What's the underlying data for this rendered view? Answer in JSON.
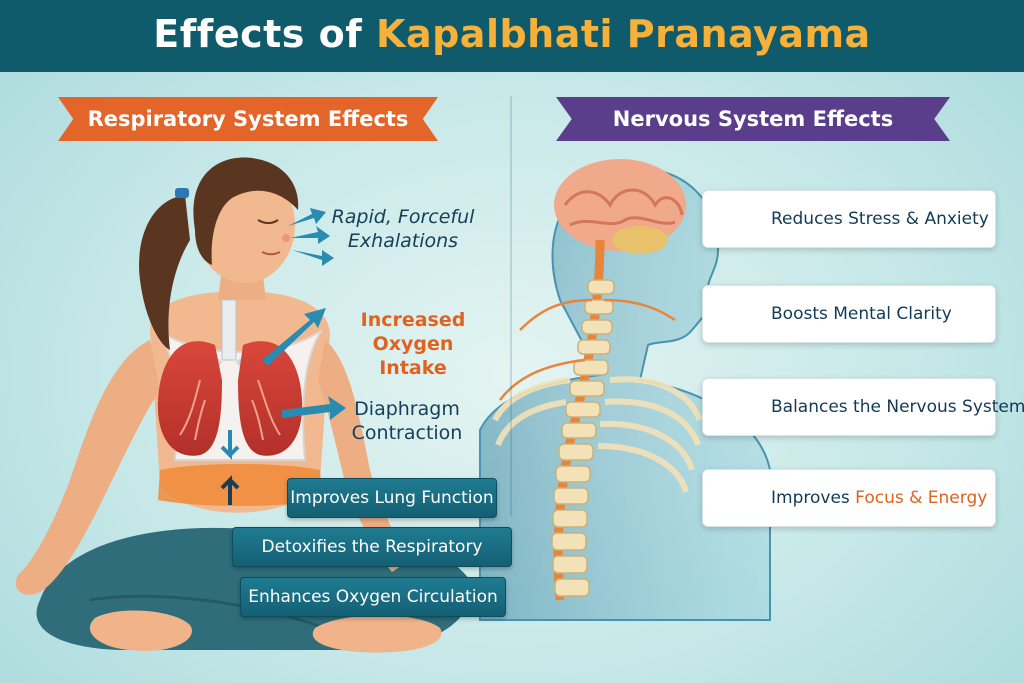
{
  "title": {
    "prefix": "Effects of",
    "accent": "Kapalbhati Pranayama"
  },
  "respiratory": {
    "ribbon": "Respiratory System Effects",
    "annotations": {
      "exhale_line1": "Rapid, Forceful",
      "exhale_line2": "Exhalations",
      "oxygen_line1": "Increased Oxygen",
      "oxygen_line2": "Intake",
      "diaphragm_line1": "Diaphragm",
      "diaphragm_line2": "Contraction"
    },
    "benefits": [
      "Improves Lung Function",
      "Detoxifies the Respiratory System",
      "Enhances Oxygen Circulation"
    ]
  },
  "nervous": {
    "ribbon": "Nervous System Effects",
    "cards": [
      {
        "icon": "smiling-face-icon",
        "label": "Reduces Stress & Anxiety",
        "highlight": "",
        "color": "#1d6b80"
      },
      {
        "icon": "head-lightning-icon",
        "label": "Boosts Mental Clarity",
        "highlight": "",
        "color": "#5a3e8c"
      },
      {
        "icon": "head-heart-icon",
        "label": "Balances the Nervous System",
        "highlight": "",
        "color": "#8c3a2a"
      },
      {
        "icon": "head-moon-icon",
        "label_prefix": "Improves ",
        "highlight": "Focus & Energy",
        "color": "#5a3e8c"
      }
    ]
  },
  "colors": {
    "header": "#0f5b6b",
    "accent_gold": "#f6b13a",
    "ribbon_orange": "#e3652a",
    "ribbon_purple": "#5a3e8c",
    "benefit_teal": "#1a6f84",
    "text_orange": "#e0621f",
    "text_navy": "#16405a"
  }
}
